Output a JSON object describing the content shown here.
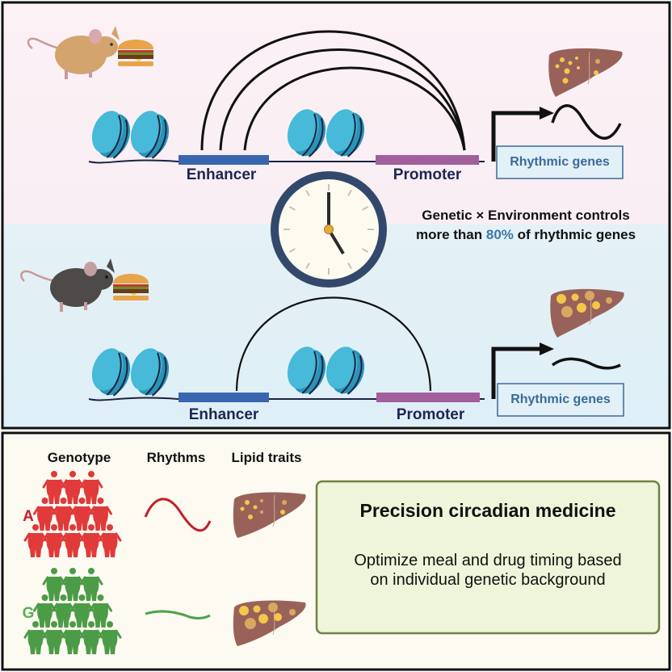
{
  "panels": {
    "top_condition": {
      "background": "#fcf1f5",
      "mouse_color": "#d4a46e",
      "mouse_label": "light-brown-mouse",
      "food": "burger",
      "enhancer_label": "Enhancer",
      "promoter_label": "Promoter",
      "rhythmic_genes_label": "Rhythmic genes",
      "loop_count": 3,
      "rhythm": "high-amplitude",
      "liver_fat": "small-droplets"
    },
    "bottom_condition": {
      "background": "#e3f1f7",
      "mouse_color": "#4e4a4a",
      "mouse_label": "dark-gray-mouse",
      "food": "burger",
      "enhancer_label": "Enhancer",
      "promoter_label": "Promoter",
      "rhythmic_genes_label": "Rhythmic genes",
      "loop_count": 1,
      "rhythm": "low-amplitude",
      "liver_fat": "large-droplets"
    },
    "center": {
      "line1": "Genetic × Environment controls",
      "line2_prefix": "more than ",
      "line2_highlight": "80%",
      "line2_suffix": " of rhythmic genes",
      "highlight_color": "#3d78a8",
      "clock_time": "5:00"
    },
    "bottom_panel": {
      "background": "#fdfaf1",
      "headers": [
        "Genotype",
        "Rhythms",
        "Lipid traits"
      ],
      "genotypes": [
        {
          "letter": "A",
          "color": "#e03a3a",
          "letter_color": "#c4202b",
          "people_rows": [
            3,
            4,
            5
          ],
          "rhythm": "high-amplitude",
          "liver_fat": "small-droplets"
        },
        {
          "letter": "G",
          "color": "#4c9b46",
          "letter_color": "#5cad55",
          "people_rows": [
            3,
            4,
            5
          ],
          "rhythm": "low-amplitude",
          "liver_fat": "large-droplets"
        }
      ],
      "precision_box": {
        "title": "Precision circadian medicine",
        "body_line1": "Optimize meal and drug timing based",
        "body_line2": "on individual genetic background",
        "background": "#eef5da",
        "border": "#6e8240"
      }
    }
  },
  "colors": {
    "nucleosome": "#3fb5d6",
    "nucleosome_dark": "#2a93b8",
    "enhancer": "#3a66b0",
    "promoter": "#a15f9d",
    "dna": "#1c2340",
    "clock_rim": "#33496b",
    "clock_face": "#fdfbf0",
    "clock_center": "#e8a93a",
    "liver": "#98625a",
    "fat": "#f3c84a",
    "rg_box_bg": "#e2f0f7",
    "rg_box_border": "#3a6a99",
    "rhythm_red": "#c41e27",
    "rhythm_green": "#4da24a"
  }
}
